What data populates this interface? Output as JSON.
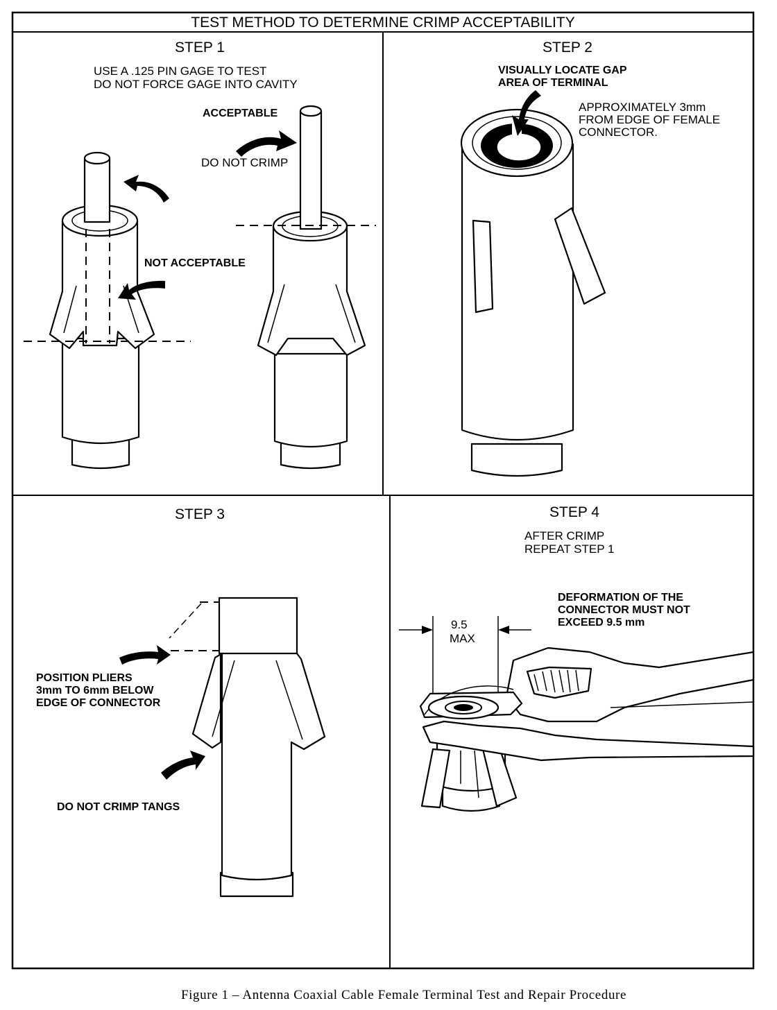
{
  "title": "TEST METHOD TO DETERMINE CRIMP ACCEPTABILITY",
  "step1": {
    "heading": "STEP 1",
    "instruction_line1": "USE A .125 PIN GAGE TO TEST",
    "instruction_line2": "DO NOT FORCE GAGE INTO CAVITY",
    "acceptable": "ACCEPTABLE",
    "do_not_crimp": "DO NOT CRIMP",
    "not_acceptable": "NOT ACCEPTABLE"
  },
  "step2": {
    "heading": "STEP 2",
    "locate_line1": "VISUALLY LOCATE GAP",
    "locate_line2": "AREA OF TERMINAL",
    "approx_line1": "APPROXIMATELY 3mm",
    "approx_line2": "FROM EDGE OF FEMALE",
    "approx_line3": "CONNECTOR."
  },
  "step3": {
    "heading": "STEP 3",
    "position_line1": "POSITION PLIERS",
    "position_line2": "3mm TO 6mm BELOW",
    "position_line3": "EDGE OF CONNECTOR",
    "do_not_crimp_tangs": "DO NOT CRIMP TANGS"
  },
  "step4": {
    "heading": "STEP 4",
    "after_line1": "AFTER CRIMP",
    "after_line2": "REPEAT STEP 1",
    "dim_value": "9.5",
    "dim_max": "MAX",
    "deform_line1": "DEFORMATION OF THE",
    "deform_line2": "CONNECTOR MUST NOT",
    "deform_line3": "EXCEED 9.5 mm"
  },
  "caption": "Figure 1 – Antenna Coaxial Cable Female Terminal Test and Repair Procedure"
}
